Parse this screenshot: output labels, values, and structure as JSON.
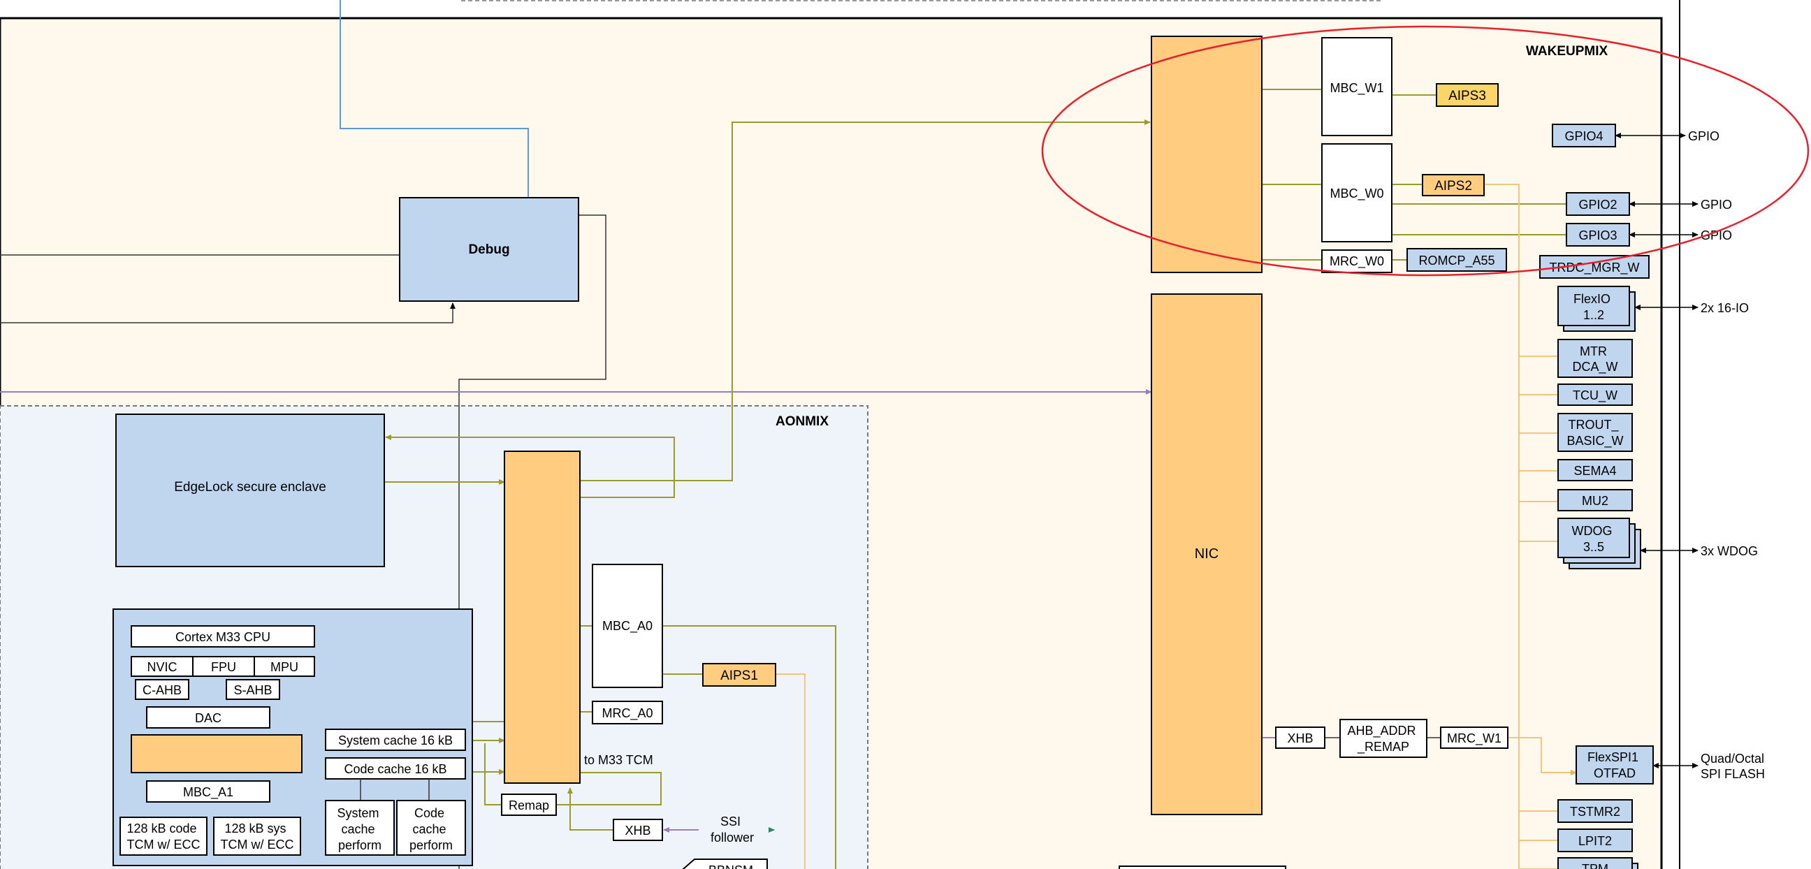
{
  "regions": {
    "wakeupmix": "WAKEUPMIX",
    "aonmix": "AONMIX"
  },
  "blocks": {
    "debug": "Debug",
    "edgelock": "EdgeLock secure enclave",
    "nic": "NIC",
    "mbc_w1": "MBC_W1",
    "mbc_w0": "MBC_W0",
    "mrc_w0": "MRC_W0",
    "aips3": "AIPS3",
    "aips2": "AIPS2",
    "romcp_a55": "ROMCP_A55",
    "mbc_a0": "MBC_A0",
    "mrc_a0": "MRC_A0",
    "aips1": "AIPS1",
    "xhb_w": "XHB",
    "ahb_addr_remap": [
      "AHB_ADDR",
      "_REMAP"
    ],
    "mrc_w1": "MRC_W1",
    "remap": "Remap",
    "xhb_a": "XHB",
    "to_m33_tcm": "to M33 TCM",
    "ssi_follower": [
      "SSI",
      "follower"
    ],
    "bbnsm": "BBNSM",
    "cortex": "Cortex M33 CPU",
    "nvic": "NVIC",
    "fpu": "FPU",
    "mpu": "MPU",
    "c_ahb": "C-AHB",
    "s_ahb": "S-AHB",
    "dac": "DAC",
    "mbc_a1": "MBC_A1",
    "sys_cache_16k": "System cache 16 kB",
    "code_cache_16k": "Code cache 16 kB",
    "tcm_code": [
      "128 kB code",
      "TCM w/ ECC"
    ],
    "tcm_sys": [
      "128 kB sys",
      "TCM w/ ECC"
    ],
    "sys_cache_perf": [
      "System",
      "cache",
      "perform"
    ],
    "code_cache_perf": [
      "Code",
      "cache",
      "perform"
    ]
  },
  "peripherals": {
    "gpio4": "GPIO4",
    "gpio2": "GPIO2",
    "gpio3": "GPIO3",
    "trdc_mgr_w": "TRDC_MGR_W",
    "flexio": [
      "FlexIO",
      "1..2"
    ],
    "mtr_dca_w": [
      "MTR",
      "DCA_W"
    ],
    "tcu_w": "TCU_W",
    "trout_basic_w": [
      "TROUT_",
      "BASIC_W"
    ],
    "sema4": "SEMA4",
    "mu2": "MU2",
    "wdog": [
      "WDOG",
      "3..5"
    ],
    "flexspi1": [
      "FlexSPI1",
      "OTFAD"
    ],
    "tstmr2": "TSTMR2",
    "lpit2": "LPIT2",
    "tpm": "TPM"
  },
  "external": {
    "gpio_a": "GPIO",
    "gpio_b": "GPIO",
    "gpio_c": "GPIO",
    "io_16": "2x 16-IO",
    "wdog3": "3x WDOG",
    "spi_flash": [
      "Quad/Octal",
      "SPI FLASH"
    ]
  },
  "colors": {
    "wakeup_bg": "#fff9ed",
    "aon_bg": "#eef4fa",
    "blue_block": "#bfd6ee",
    "orange_block": "#ffcc80",
    "yellow_block": "#fcd56a",
    "olive_line": "#9a9a2e",
    "orange_line": "#f2c57a",
    "purple_line": "#9a7bc4",
    "blue_line": "#5b9bd5",
    "highlight": "#e8202a"
  }
}
